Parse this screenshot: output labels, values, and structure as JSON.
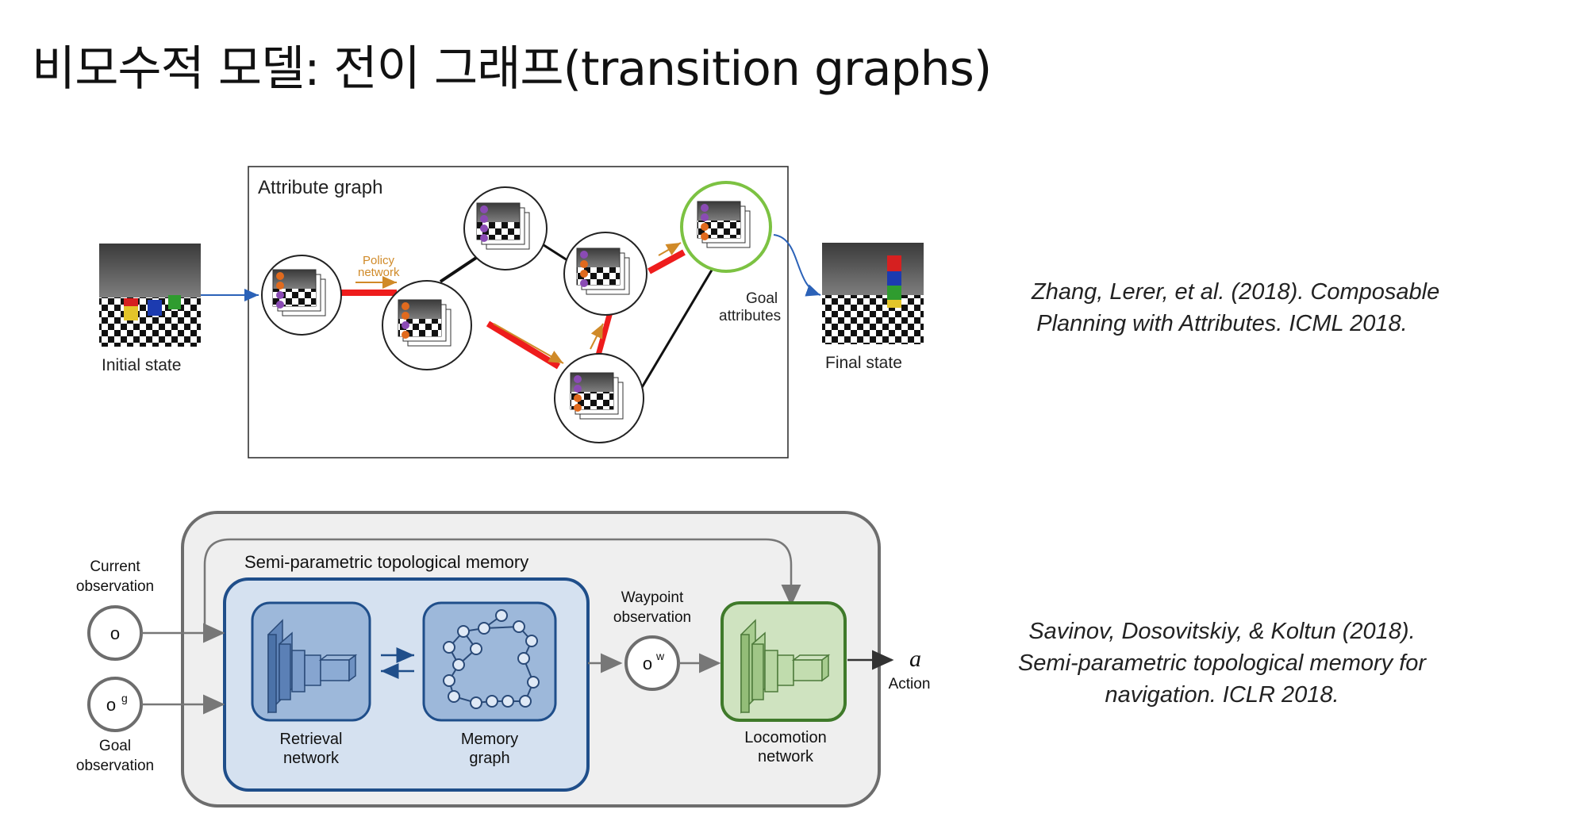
{
  "slide": {
    "title": "비모수적 모델: 전이 그래프(transition graphs)"
  },
  "figure_attribute_graph": {
    "box_label": "Attribute graph",
    "initial_state_label": "Initial state",
    "final_state_label": "Final state",
    "policy_label_line1": "Policy",
    "policy_label_line2": "network",
    "goal_label_line1": "Goal",
    "goal_label_line2": "attributes",
    "colors": {
      "highlight_edge": "#ee1c1c",
      "goal_ring": "#7cc242",
      "policy_arrow": "#d08a28",
      "input_arrow": "#2b62b8"
    }
  },
  "figure_sptm": {
    "outer_label": "Semi-parametric topological memory",
    "current_obs_line1": "Current",
    "current_obs_line2": "observation",
    "current_symbol": "o",
    "goal_symbol": "o",
    "goal_superscript": "g",
    "goal_obs_line1": "Goal",
    "goal_obs_line2": "observation",
    "retrieval_line1": "Retrieval",
    "retrieval_line2": "network",
    "memory_line1": "Memory",
    "memory_line2": "graph",
    "waypoint_line1": "Waypoint",
    "waypoint_line2": "observation",
    "waypoint_symbol": "o",
    "waypoint_superscript": "w",
    "locomotion_line1": "Locomotion",
    "locomotion_line2": "network",
    "action_symbol": "a",
    "action_label": "Action",
    "colors": {
      "memory_panel": "#d5e1f0",
      "memory_border": "#1f4e8a",
      "locomotion_fill": "#cfe3c0",
      "locomotion_border": "#3f7a2a"
    }
  },
  "citations": [
    {
      "line1": "Zhang, Lerer, et al. (2018). Composable",
      "line2": "Planning with Attributes. ICML 2018.",
      "line3": ""
    },
    {
      "line1": "Savinov, Dosovitskiy, & Koltun (2018).",
      "line2": "Semi-parametric topological memory for",
      "line3": "navigation. ICLR 2018."
    }
  ]
}
